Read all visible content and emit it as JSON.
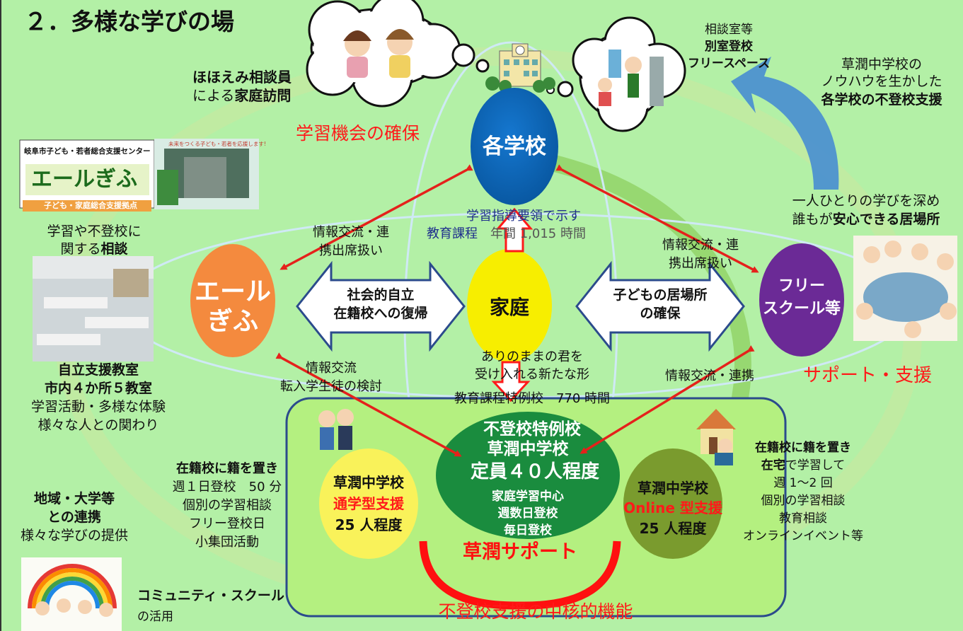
{
  "title": "２．多様な学びの場",
  "labels": {
    "gakushu_kikai": "学習機会の確保",
    "support": "サポート・支援",
    "core_function": "不登校支援の中核的機能"
  },
  "nodes": {
    "school": "各学校",
    "yell": [
      "エール",
      "ぎふ"
    ],
    "home": "家庭",
    "free": [
      "フリー",
      "スクール等"
    ]
  },
  "arrows": {
    "left": [
      "社会的自立",
      "在籍校への復帰"
    ],
    "right": [
      "子どもの居場所",
      "の確保"
    ]
  },
  "top_left": {
    "line1": "ほほえみ相談員",
    "line2_normal": "による",
    "line2_bold": "家庭訪問"
  },
  "top_right": {
    "line1": "相談室等",
    "line2": "別室登校",
    "line3": "フリースペース"
  },
  "nouhau": {
    "line1": "草潤中学校の",
    "line2": "ノウハウを生かした",
    "line3": "各学校の不登校支援"
  },
  "yell_logo": {
    "org": "岐阜市子ども・若者総合支援センター",
    "name": "エールぎふ",
    "sub": "子ども・家庭総合支援拠点",
    "building_sign": "未来をつくる子ども・若者を応援します!"
  },
  "left_consult": {
    "line1": "学習や不登校に",
    "line2_normal": "関する",
    "line2_bold": "相談"
  },
  "jiritsu": {
    "line1": "自立支援教室",
    "line2": "市内４か所５教室",
    "line3": "学習活動・多様な体験",
    "line4": "様々な人との関わり"
  },
  "left_edges": {
    "upper": [
      "情報交流・連",
      "携出席扱い"
    ],
    "lower": [
      "情報交流",
      "転入学生徒の検討"
    ]
  },
  "right_edges": {
    "upper": [
      "情報交流・連",
      "携出席扱い"
    ],
    "lower": "情報交流・連携"
  },
  "curriculum": {
    "line1": "学習指導要領で示す",
    "line2_a": "教育課程",
    "line2_b": "年間 1,015 時間"
  },
  "special_curriculum": {
    "line1": "ありのままの君を",
    "line2": "受け入れる新たな形",
    "line3": "教育課程特例校　770 時間"
  },
  "free_caption": {
    "line1": "一人ひとりの学びを深め",
    "line2_a": "誰もが",
    "line2_b": "安心できる居場所"
  },
  "soujun": {
    "line1": "不登校特例校",
    "line2": "草潤中学校",
    "line3": "定員４０人程度",
    "line4": "家庭学習中心",
    "line5": "週数日登校",
    "line6": "毎日登校",
    "support": "草潤サポート"
  },
  "commute": {
    "line1": "草潤中学校",
    "line2": "通学型支援",
    "line3": "25 人程度"
  },
  "online": {
    "line1": "草潤中学校",
    "line2": "Online 型支援",
    "line3": "25 人程度"
  },
  "commute_desc": [
    "在籍校に籍を置き",
    "週１日登校　50 分",
    "個別の学習相談",
    "フリー登校日",
    "小集団活動"
  ],
  "online_desc": {
    "line1": "在籍校に籍を置き",
    "line2_bold": "在宅",
    "line2_normal": "で学習して",
    "line3": "週 1～2 回",
    "line4": "個別の学習相談",
    "line5": "教育相談",
    "line6": "オンラインイベント等"
  },
  "community": {
    "line1": "地域・大学等",
    "line2": "との連携",
    "line3": "様々な学びの提供",
    "cs": "コミュニティ・スクール",
    "cs2": "の活用"
  },
  "colors": {
    "background": "#b3f0a6",
    "school": "#0a67b8",
    "yell": "#f48a3e",
    "home": "#f7ee00",
    "free": "#6b2a96",
    "soujun": "#1a8c3e",
    "commute": "#f9f25a",
    "online": "#7a9b2e",
    "arrow": "#e5211b",
    "frame_border": "#2b4b8c",
    "accent_red": "#ff1a1a"
  },
  "icons": [
    "school-building-icon",
    "arrow-back-icon",
    "students-icon",
    "house-laptop-icon",
    "rainbow-icon"
  ]
}
